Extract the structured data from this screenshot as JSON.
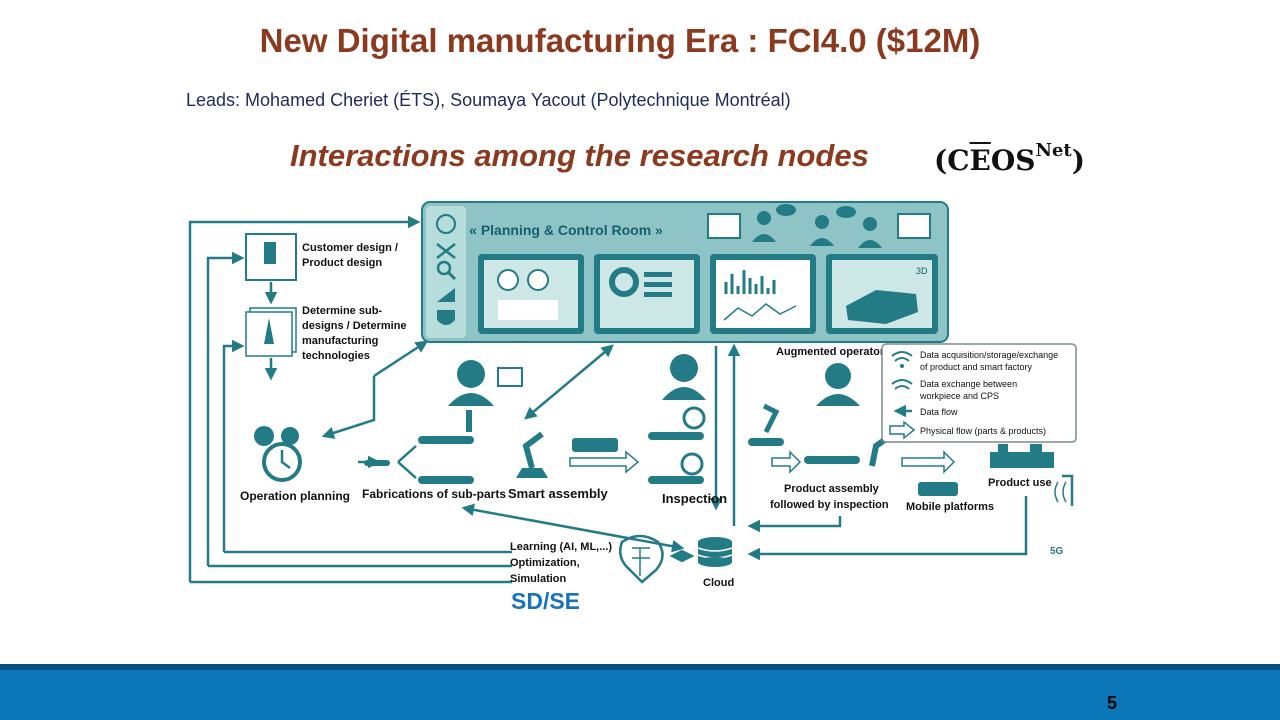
{
  "slide": {
    "title": "New Digital manufacturing Era : FCI4.0 ($12M)",
    "leads": "Leads: Mohamed Cheriet (ÉTS), Soumaya Yacout (Polytechnique Montréal)",
    "subtitle": "Interactions among the research nodes",
    "logo": {
      "open": "(C",
      "e": "E",
      "os": "OS",
      "sup": "Net",
      "close": ")"
    },
    "sdse": "SD/SE",
    "page_number": "5"
  },
  "diagram": {
    "control_room": "« Planning & Control Room »",
    "customer_design": [
      "Customer design /",
      "Product design"
    ],
    "sub_designs": [
      "Determine sub-",
      "designs / Determine",
      "manufacturing",
      "technologies"
    ],
    "augmented_operator": "Augmented operator",
    "operation_planning": "Operation planning",
    "fabrications": "Fabrications of sub-parts",
    "smart_assembly": "Smart assembly",
    "inspection": "Inspection",
    "product_assembly": [
      "Product assembly",
      "followed by inspection"
    ],
    "mobile_platforms": "Mobile platforms",
    "product_use": "Product use",
    "learning": [
      "Learning (AI, ML,...)",
      "Optimization,",
      "Simulation"
    ],
    "cloud": "Cloud",
    "five_g": "5G",
    "three_d": "3D",
    "legend": {
      "acquisition": [
        "Data acquisition/storage/exchange",
        "of product and smart factory"
      ],
      "exchange": [
        "Data exchange between",
        "workpiece and CPS"
      ],
      "data_flow": "Data flow",
      "physical_flow": "Physical flow (parts & products)"
    }
  },
  "colors": {
    "teal": "#237b86",
    "panel": "#8fc4c6",
    "title": "#8b3a1f",
    "accent": "#1a73b8",
    "footer": "#0b77b8"
  }
}
